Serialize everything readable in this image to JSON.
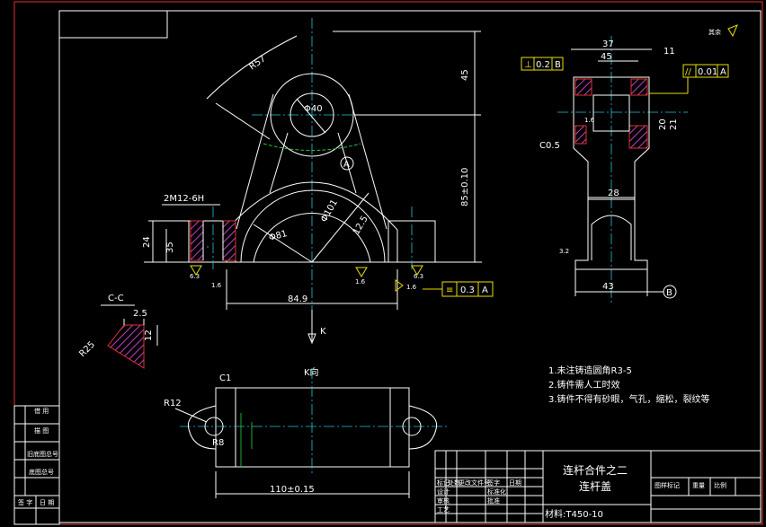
{
  "title_block": {
    "part_title_line1": "连杆合件之二",
    "part_title_line2": "连杆盖",
    "material": "材料:T450-10"
  },
  "notes": {
    "line1": "1.未注铸造圆角R3-5",
    "line2": "2.铸件需人工时效",
    "line3": "3.铸件不得有砂眼，气孔，缩松，裂纹等"
  },
  "roughness_other": "其余",
  "section_label": "C-C",
  "view_label": "K向",
  "arrow_label": "K",
  "datums": {
    "a": "A",
    "b": "B"
  },
  "tolerance_frames": {
    "perp_top": {
      "symbol": "⊥",
      "value": "0.2",
      "datum": "B"
    },
    "parallel": {
      "symbol": "//",
      "value": "0.01",
      "datum": "A"
    },
    "flat_bottom": {
      "symbol": "≡",
      "value": "0.3",
      "datum": "A"
    }
  },
  "dimensions": {
    "r57": "R57",
    "phi40": "Φ40",
    "d45": "45",
    "d85": "85±0.10",
    "thread": "2M12-6H",
    "d24": "24",
    "d35": "35",
    "phi81": "Φ81",
    "phi101": "Φ101",
    "d849": "84.9",
    "r63a": "6.3",
    "r63b": "6.3",
    "r16a": "1.6",
    "r16b": "1.6",
    "r16c": "1.6",
    "r16d": "1.6",
    "r32": "3.2",
    "r125": "12.5",
    "d37": "37",
    "d45b": "45",
    "d11": "11",
    "d28": "28",
    "d43": "43",
    "c05": "C0.5",
    "c1": "C1",
    "r12": "R12",
    "r8": "R8",
    "d110": "110±0.15",
    "d25": "2.5",
    "d12": "12",
    "r25": "R25",
    "d21": "21",
    "d20": "20"
  },
  "left_strip": {
    "labels": [
      "借  用",
      "描  图",
      "旧底图总号",
      "底图总号",
      "签 字",
      "日 期"
    ]
  },
  "grid_labels": {
    "cols": [
      "标记",
      "处数",
      "更改文件号",
      "签字",
      "日期"
    ],
    "rows": [
      "设计",
      "审核",
      "工艺",
      "标准化",
      "批准"
    ]
  },
  "right_header": [
    "图样标记",
    "重量",
    "比例"
  ]
}
